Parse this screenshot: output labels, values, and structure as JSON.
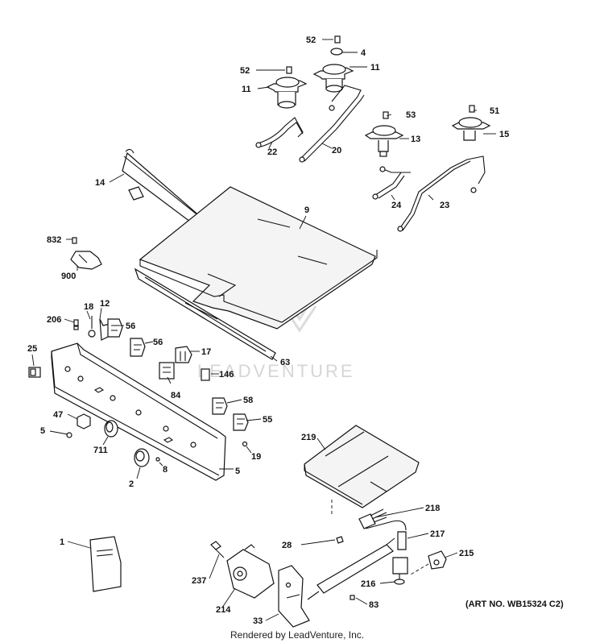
{
  "diagram": {
    "watermark": "LEADVENTURE",
    "art_number": "(ART NO. WB15324 C2)",
    "credit": "Rendered by LeadVenture, Inc.",
    "callouts": {
      "c52a": "52",
      "c4": "4",
      "c52b": "52",
      "c11a": "11",
      "c11b": "11",
      "c53": "53",
      "c51": "51",
      "c13": "13",
      "c15": "15",
      "c22": "22",
      "c20": "20",
      "c14": "14",
      "c24": "24",
      "c23": "23",
      "c9": "9",
      "c832": "832",
      "c900": "900",
      "c18": "18",
      "c12": "12",
      "c206": "206",
      "c56a": "56",
      "c56b": "56",
      "c25": "25",
      "c17": "17",
      "c63": "63",
      "c146": "146",
      "c84": "84",
      "c58": "58",
      "c55": "55",
      "c47": "47",
      "c5a": "5",
      "c711": "711",
      "c19": "19",
      "c8": "8",
      "c2": "2",
      "c5b": "5",
      "c219": "219",
      "c218": "218",
      "c28": "28",
      "c217": "217",
      "c215": "215",
      "c1": "1",
      "c237": "237",
      "c216": "216",
      "c214": "214",
      "c83": "83",
      "c33": "33"
    }
  }
}
